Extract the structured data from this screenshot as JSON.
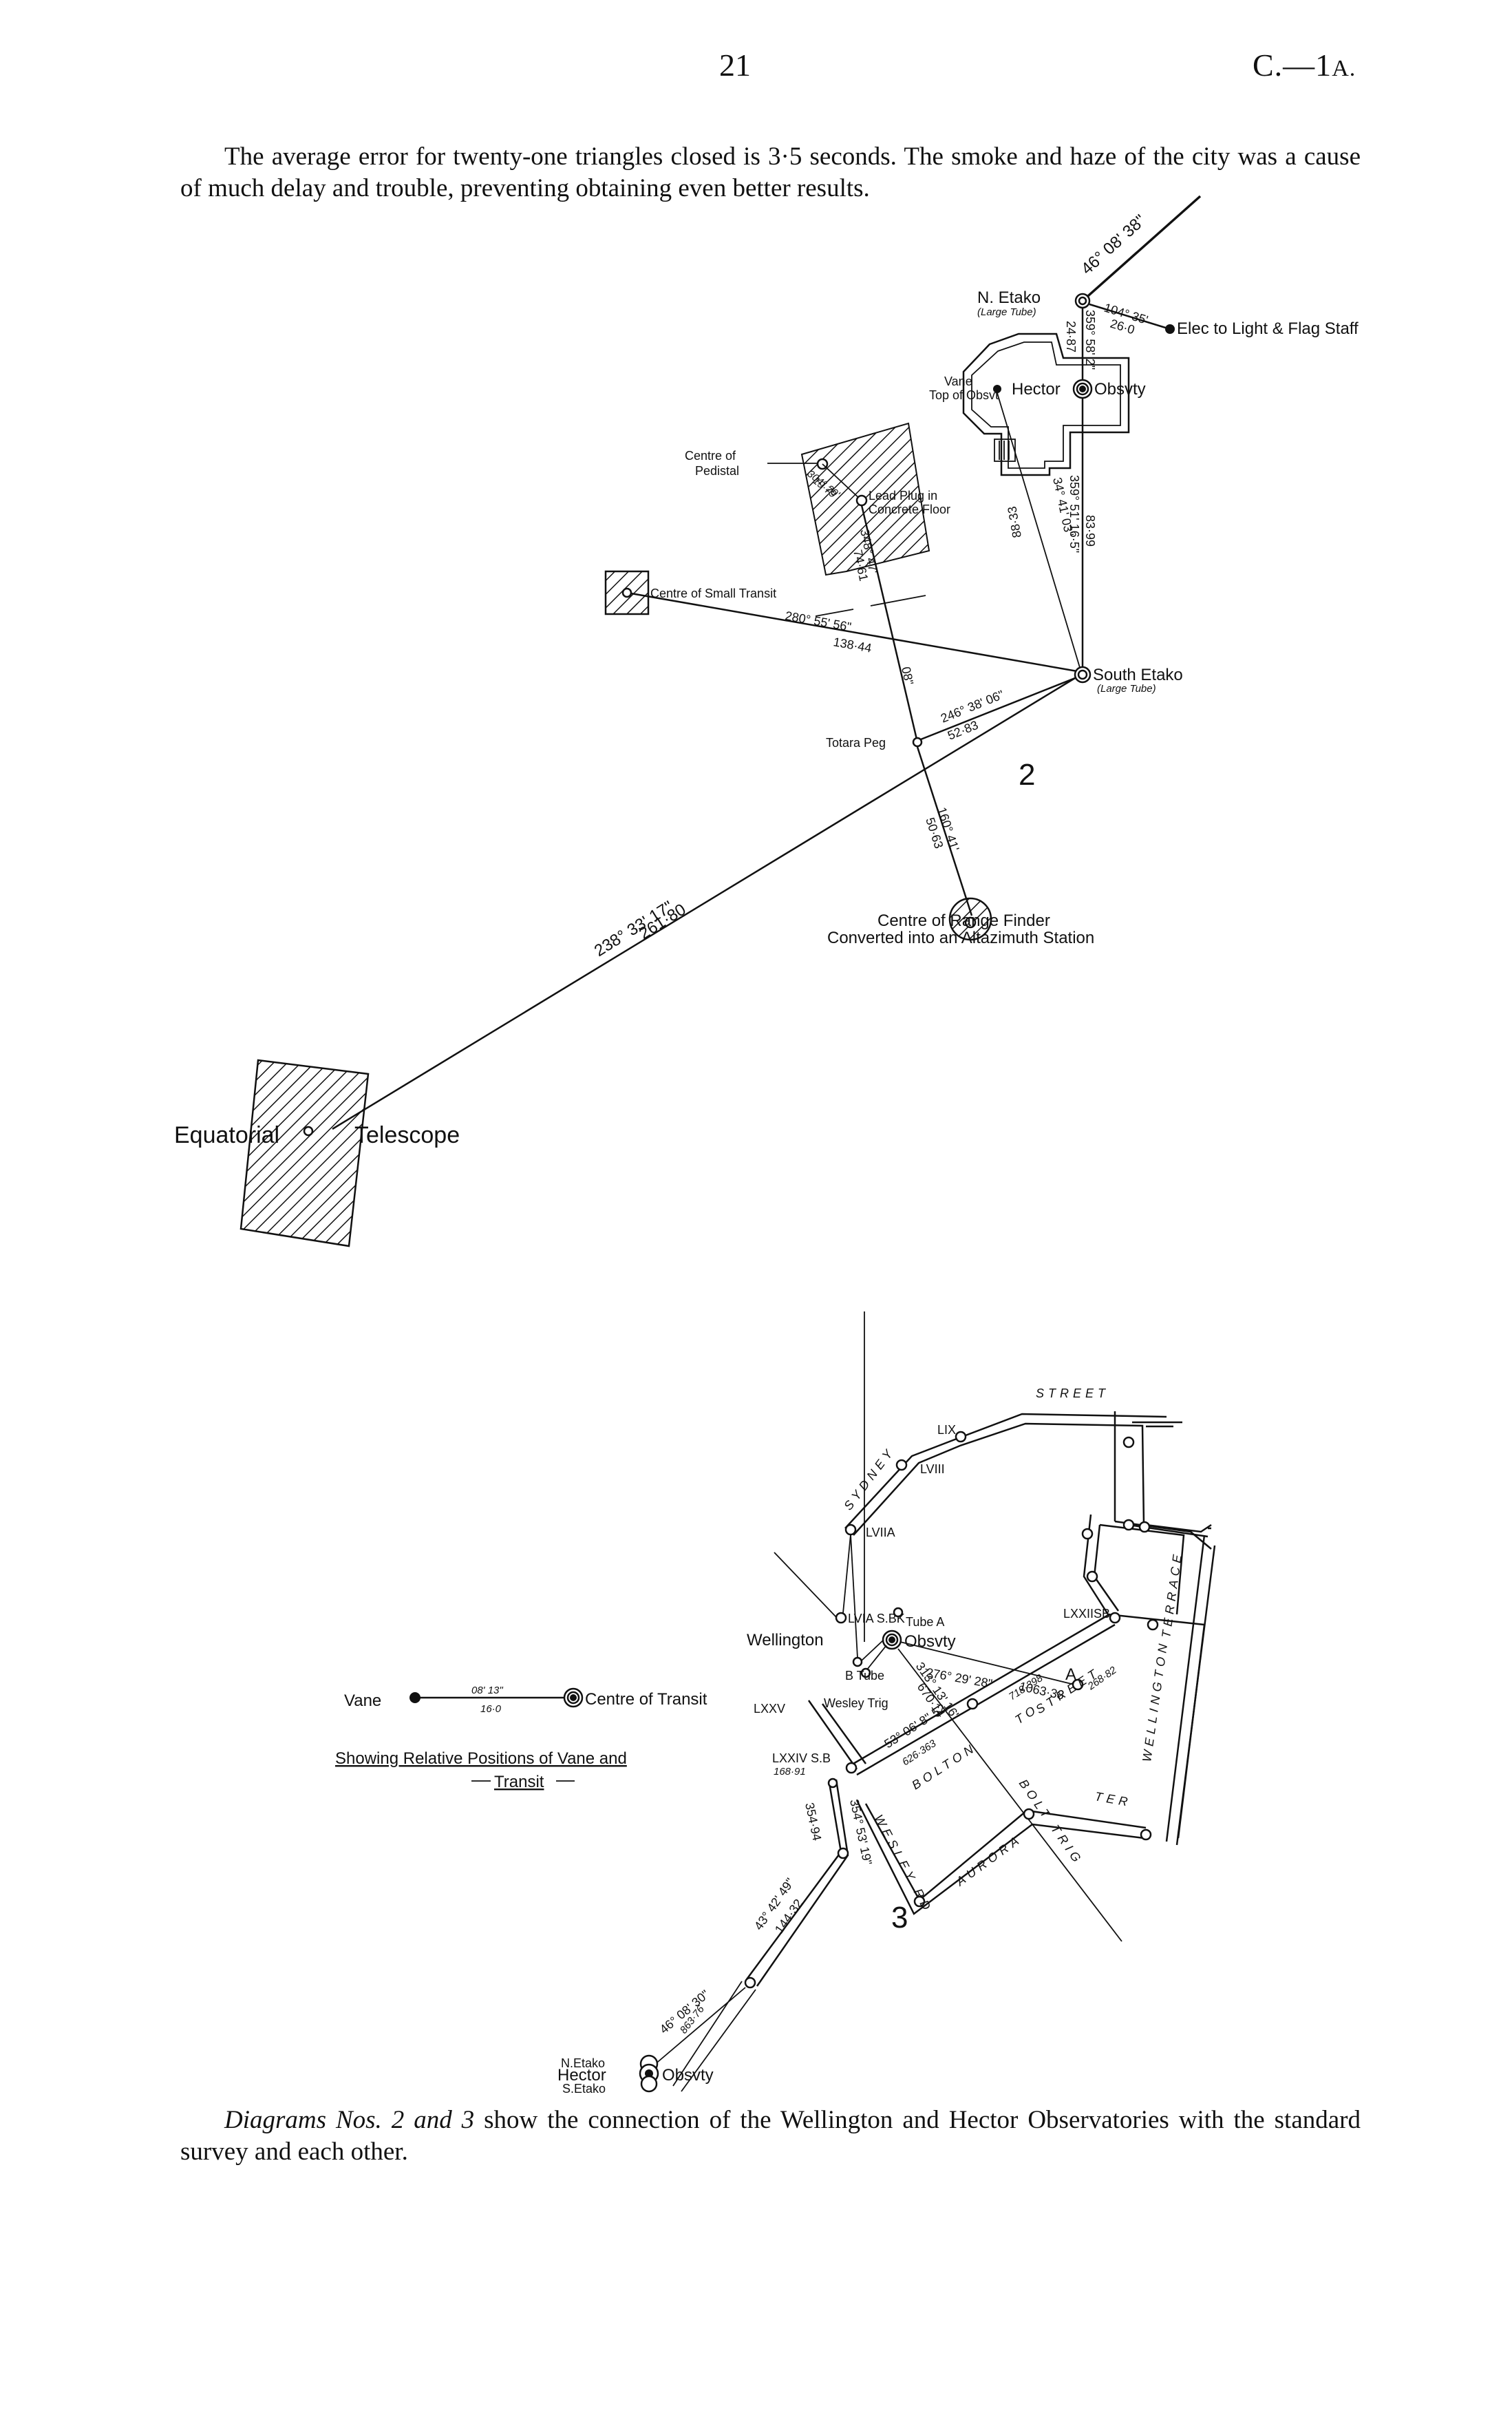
{
  "header": {
    "page_number": "21",
    "paper_ref_main": "C.—1",
    "paper_ref_suffix": "A."
  },
  "paragraph_top": "The average error for twenty-one triangles closed is 3·5 seconds.  The smoke and haze of the city was a cause of much delay and trouble, preventing obtaining even better results.",
  "diagram2": {
    "number": "2",
    "stations": {
      "n_etako": "N. Etako",
      "n_etako_sub": "(Large Tube)",
      "elec_light": "Elec to Light & Flag Staff",
      "vane_top": "Vane",
      "vane_top_2": "Top of Obsvt",
      "hector": "Hector",
      "obsvty": "Obsvty",
      "centre_pedistal_1": "Centre of",
      "centre_pedistal_2": "Pedistal",
      "lead_plug_1": "Lead Plug in",
      "lead_plug_2": "Concrete Floor",
      "small_transit": "Centre of Small Transit",
      "south_etako": "South Etako",
      "south_etako_sub": "(Large Tube)",
      "totara_peg": "Totara Peg",
      "range_finder_1": "Centre of Range Finder",
      "range_finder_2": "Converted into an Altazimuth Station",
      "equatorial": "Equatorial",
      "telescope": "Telescope"
    },
    "measurements": {
      "ne_bearing": "46° 08' 38\"",
      "elec_bearing": "104° 35'",
      "elec_dist": "26·0",
      "ne_hector_bearing": "359° 58' 2\"",
      "ne_hector_dist": "24·87",
      "vane_se_bearing": "34° 41' 03\"",
      "vane_se_dist": "88·33",
      "hector_se_bearing": "359° 51' 16·5\"",
      "hector_se_dist": "83·99",
      "pedistal_bearing": "304° 29'",
      "pedistal_dist": "19·79",
      "lead_plug_bearing": "348° 47'",
      "lead_plug_dist": "74·61",
      "small_transit_bearing": "280° 55' 56\"",
      "small_transit_dist": "138·44",
      "small_transit_extra": "08\"",
      "totara_bearing": "246° 38' 06\"",
      "totara_dist": "52·83",
      "rangefinder_bearing": "160° 41'",
      "rangefinder_dist": "50·63",
      "equatorial_bearing": "238° 33' 17\"",
      "equatorial_dist": "261·80"
    }
  },
  "diagram_inset": {
    "vane": "Vane",
    "bearing": "08' 13\"",
    "distance": "16·0",
    "centre_transit": "Centre of Transit",
    "caption_1": "Showing Relative Positions of Vane and",
    "caption_2": "Transit"
  },
  "diagram3": {
    "number": "3",
    "streets": {
      "sydney": "SYDNEY",
      "street_top": "STREET",
      "terrace": "TERRACE",
      "wellington": "WELLINGTON",
      "bolton": "BOLTON",
      "street_bolton": "STREET",
      "to_bolt": "TO",
      "wesley_rd": "WESLEY RD",
      "aurora": "AURORA",
      "ter": "TER"
    },
    "stations": {
      "lix": "LIX",
      "lviii": "LVIII",
      "lviia": "LVIIA",
      "lvia_sbk": "LVIA S.BK",
      "tube_a": "Tube A",
      "wellington": "Wellington",
      "obsvty": "Obsvty",
      "b_tube": "B Tube",
      "lxxii": "LXXIISB",
      "a_mark": "A",
      "lxxv": "LXXV",
      "wesley_trig": "Wesley Trig",
      "lxxiv": "LXXIV S.B",
      "lxxiv_dist": "168·91",
      "bolt_trig": "BOLT TRIG",
      "n_etako": "N.Etako",
      "hector": "Hector",
      "s_etako": "S.Etako",
      "hector_obsvty": "Obsvty"
    },
    "measurements": {
      "east_bearing": "276° 29' 28\"",
      "east_dist": "1063·38",
      "lxxii_dist": "268·82",
      "bolt_bearing": "313° 13' 16\"",
      "bolt_dist": "670·14",
      "bolton_bearing": "53° 06' 8\" 52",
      "bolton_dist_1": "718·398",
      "bolton_dist_2": "626·363",
      "sw_bearing": "354° 53' 19\"",
      "sw_dist": "354·94",
      "sw2_bearing": "43° 42' 49\"",
      "sw2_dist": "144·32",
      "hector_bearing": "46° 08' 30\"",
      "hector_dist": "863·76"
    }
  },
  "paragraph_bottom_italic_1": "Diagrams Nos.",
  "paragraph_bottom_italic_2": "2 and 3",
  "paragraph_bottom_rest": " show the connection of the Wellington and Hector Observatories with the standard survey and each other."
}
